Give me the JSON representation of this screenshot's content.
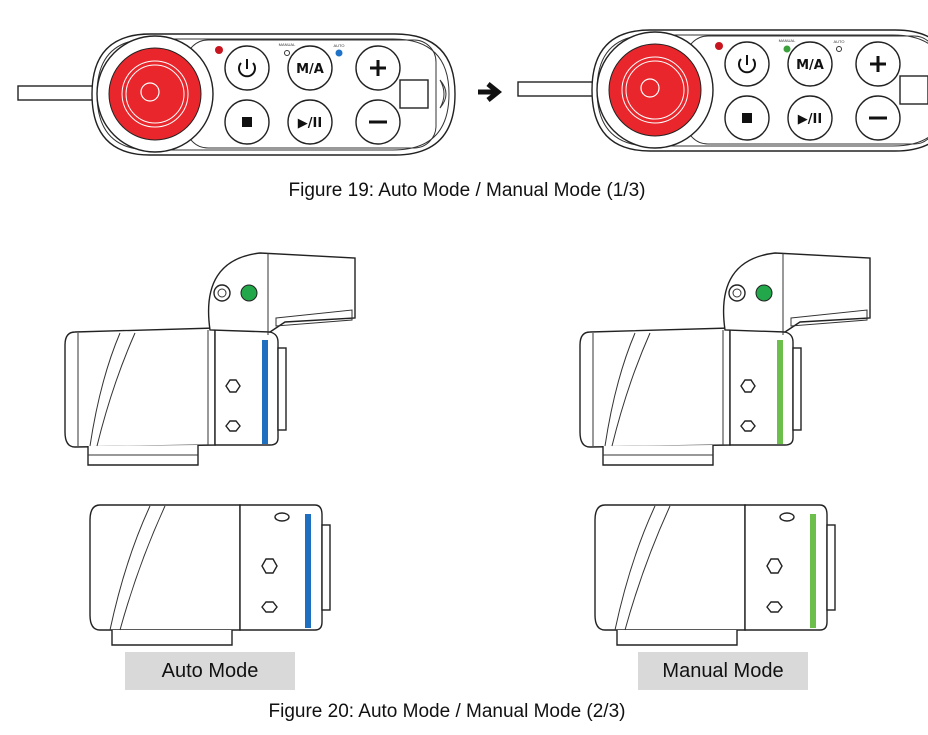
{
  "figure19": {
    "caption": "Figure 19: Auto Mode / Manual Mode (1/3)",
    "pendant_left": {
      "active_mode": "auto",
      "mode_led_color": "#1e73c8"
    },
    "pendant_right": {
      "active_mode": "manual",
      "mode_led_color": "#3ca03c"
    },
    "buttons": {
      "power_icon": "power-icon",
      "mode": "M/A",
      "plus": "+",
      "stop_icon": "stop-icon",
      "play_pause": "▶/II",
      "minus": "−"
    },
    "led_labels": {
      "manual": "MANUAL",
      "auto": "AUTO"
    },
    "arrow_icon": "arrow-right-icon",
    "colors": {
      "emergency_stop": "#e8262b",
      "status_led": "#c8141e"
    }
  },
  "figure20": {
    "caption": "Figure 20: Auto Mode / Manual Mode (2/3)",
    "left_label": "Auto Mode",
    "right_label": "Manual Mode",
    "colors": {
      "auto_ring": "#1e6fc0",
      "manual_ring": "#6cbf4a",
      "joint_led": "#22a84a"
    }
  }
}
